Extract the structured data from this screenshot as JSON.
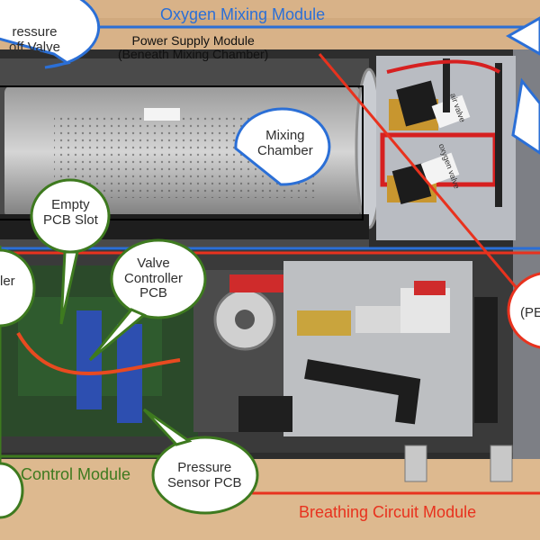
{
  "colors": {
    "oxygen_module": "#2b6fd6",
    "breathing_module": "#e8321e",
    "control_module": "#3e7a1f",
    "bubble_fill": "#ffffff",
    "bubble_stroke": "#5b8f2f"
  },
  "modules": {
    "oxygen": "Oxygen Mixing Module",
    "breathing": "Breathing Circuit Module",
    "control": "Control Module"
  },
  "power_supply": {
    "line1": "Power Supply Module",
    "line2": "(Beneath Mixing Chamber)"
  },
  "callouts": {
    "pressure_valve": {
      "line1": "ressure",
      "line2": "off Valve"
    },
    "mixing_chamber": {
      "line1": "Mixing",
      "line2": "Chamber"
    },
    "empty_pcb": {
      "line1": "Empty",
      "line2": "PCB Slot"
    },
    "valve_controller": {
      "line1": "Valve",
      "line2": "Controller",
      "line3": "PCB"
    },
    "pressure_sensor": {
      "line1": "Pressure",
      "line2": "Sensor PCB"
    },
    "left_controller": {
      "line1": "ler"
    },
    "right_pe": {
      "line1": "(PE"
    }
  },
  "sticker_text": {
    "air_valve": "air valve",
    "oxygen_valve": "oxygen valve"
  }
}
